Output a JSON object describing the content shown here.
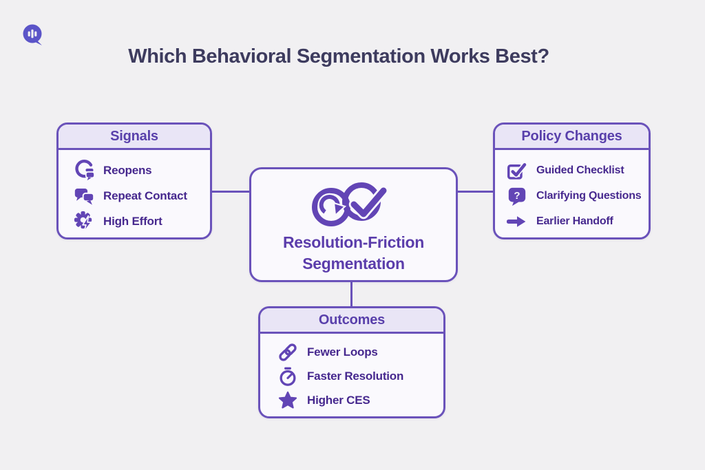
{
  "title": "Which Behavioral Segmentation Works Best?",
  "logo": {
    "icon": "chat-bubble-equalizer"
  },
  "center_node": {
    "icon": "loop-check",
    "label_line1": "Resolution-Friction",
    "label_line2": "Segmentation"
  },
  "panels": {
    "signals": {
      "title": "Signals",
      "items": [
        {
          "icon": "reopen-loop-bubble",
          "label": "Reopens"
        },
        {
          "icon": "repeat-chat-bubbles",
          "label": "Repeat Contact"
        },
        {
          "icon": "gear-lightning",
          "label": "High Effort"
        }
      ]
    },
    "policy_changes": {
      "title": "Policy Changes",
      "items": [
        {
          "icon": "checkbox-check",
          "label": "Guided Checklist"
        },
        {
          "icon": "question-bubble",
          "label": "Clarifying Questions"
        },
        {
          "icon": "arrow-right",
          "label": "Earlier Handoff"
        }
      ]
    },
    "outcomes": {
      "title": "Outcomes",
      "items": [
        {
          "icon": "chain-link",
          "label": "Fewer Loops"
        },
        {
          "icon": "stopwatch",
          "label": "Faster Resolution"
        },
        {
          "icon": "star",
          "label": "Higher CES"
        }
      ]
    }
  },
  "glyphs": {
    "question_mark": "?"
  },
  "colors": {
    "page_background": "#f1f0f2",
    "panel_fill": "#faf9fd",
    "panel_header_fill": "#e9e5f6",
    "border_purple": "#6a52ba",
    "heading_purple": "#5940ab",
    "item_text_purple": "#46288e",
    "icon_purple": "#6245b5",
    "center_text_purple": "#5b3dab",
    "title_navy": "#3d3b5e",
    "logo_purple": "#5b54c8"
  }
}
